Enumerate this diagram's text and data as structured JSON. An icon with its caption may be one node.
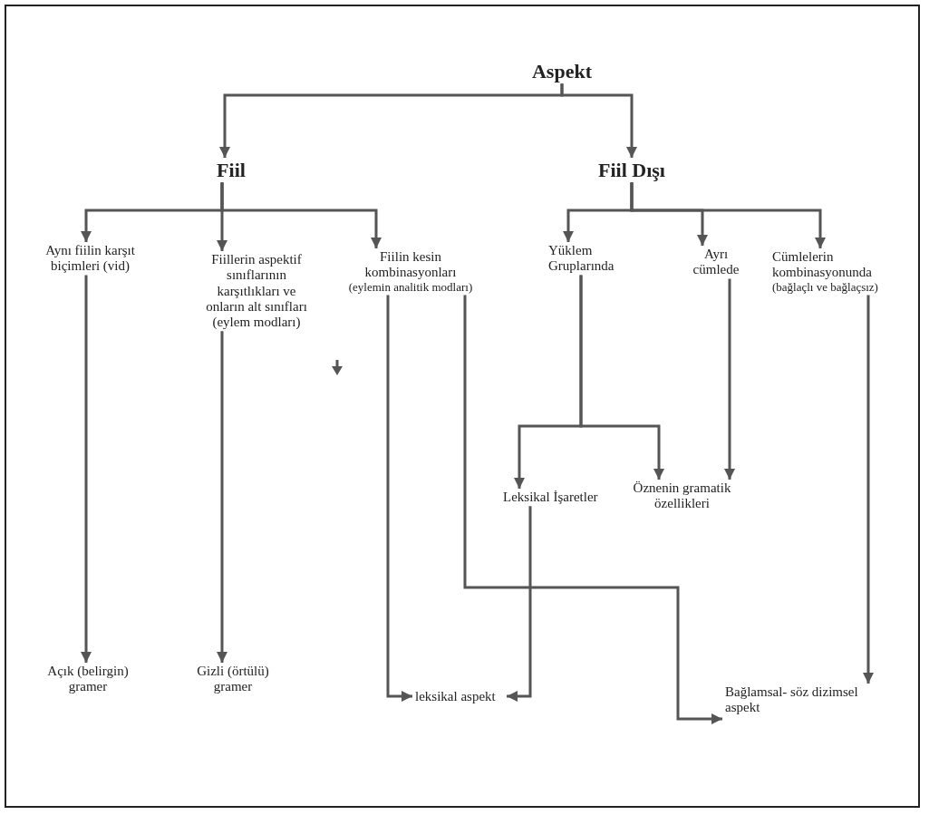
{
  "diagram": {
    "nodes": [
      {
        "text": [
          "Aspekt"
        ]
      },
      {
        "text": [
          "Fiil"
        ]
      },
      {
        "text": [
          "Fiil Dışı"
        ]
      },
      {
        "text": [
          "Aynı fiilin karşıt biçimleri (vid)"
        ]
      },
      {
        "text": [
          "Fiillerin aspektif sınıflarının karşıtlıkları ve onların alt sınıfları (eylem modları)"
        ]
      },
      {
        "text": [
          "Fiilin kesin kombinasyonları",
          "(eylemin analitik modları)"
        ]
      },
      {
        "text": [
          "Yüklem Gruplarında"
        ]
      },
      {
        "text": [
          "Ayrı cümlede"
        ]
      },
      {
        "text": [
          "Cümlelerin kombinasyonunda",
          "(bağlaçlı ve bağlaçsız)"
        ]
      },
      {
        "text": [
          "Leksikal İşaretler"
        ]
      },
      {
        "text": [
          "Öznenin gramatik özellikleri"
        ]
      },
      {
        "text": [
          "Açık (belirgin) gramer"
        ]
      },
      {
        "text": [
          "Gizli (örtülü) gramer"
        ]
      },
      {
        "text": [
          "leksikal aspekt"
        ]
      },
      {
        "text": [
          "Bağlamsal- söz dizimsel aspekt"
        ]
      }
    ],
    "edges": [
      {
        "from": 0,
        "to": 1,
        "arrow": "to"
      },
      {
        "from": 0,
        "to": 2,
        "arrow": "to"
      },
      {
        "from": 1,
        "to": 3,
        "arrow": "to"
      },
      {
        "from": 1,
        "to": 4,
        "arrow": "to"
      },
      {
        "from": 1,
        "to": 5,
        "arrow": "to"
      },
      {
        "from": 2,
        "to": 6,
        "arrow": "to"
      },
      {
        "from": 2,
        "to": 7,
        "arrow": "to"
      },
      {
        "from": 2,
        "to": 8,
        "arrow": "to"
      },
      {
        "from": 3,
        "to": 11,
        "arrow": "to"
      },
      {
        "from": 4,
        "to": 12,
        "arrow": "to"
      },
      {
        "from": 5,
        "to": 13,
        "arrow": "to"
      },
      {
        "from": 5,
        "to": 14,
        "arrow": "to"
      },
      {
        "from": 9,
        "to": 13,
        "arrow": "to"
      },
      {
        "from": 6,
        "to": 9,
        "arrow": "to"
      },
      {
        "from": 6,
        "to": 10,
        "arrow": "to"
      },
      {
        "from": 7,
        "to": 10,
        "arrow": "to"
      },
      {
        "from": 8,
        "to": 14,
        "arrow": "to"
      }
    ]
  }
}
